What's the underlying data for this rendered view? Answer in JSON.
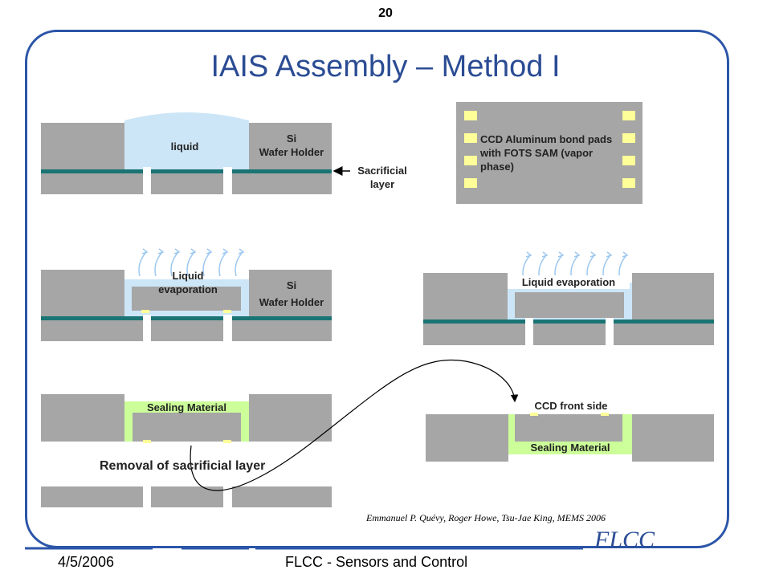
{
  "page_number": "20",
  "title": "IAIS Assembly – Method I",
  "footer": {
    "date": "4/5/2006",
    "center": "FLCC - Sensors and Control",
    "logo": "FLCC"
  },
  "citation": "Emmanuel P. Quévy, Roger Howe, Tsu-Jae King, MEMS 2006",
  "labels": {
    "liquid": "liquid",
    "si_holder_1": "Si",
    "si_holder_2": "Wafer Holder",
    "sacrificial_1": "Sacrificial",
    "sacrificial_2": "layer",
    "ccd_bond": "CCD Aluminum bond pads with FOTS SAM (vapor phase)",
    "liquid_evap_1": "Liquid",
    "liquid_evap_2": "evaporation",
    "liquid_evaporation": "Liquid evaporation",
    "sealing_material": "Sealing Material",
    "removal": "Removal of sacrificial layer",
    "ccd_front": "CCD front side",
    "sealing_material_2": "Sealing Material"
  },
  "colors": {
    "frame": "#2b55a8",
    "gray": "#a6a6a6",
    "liquid": "#cce6f7",
    "teal": "#1b7474",
    "pad": "#ffff99",
    "sealing": "#ccff99",
    "title": "#2b4c94"
  }
}
